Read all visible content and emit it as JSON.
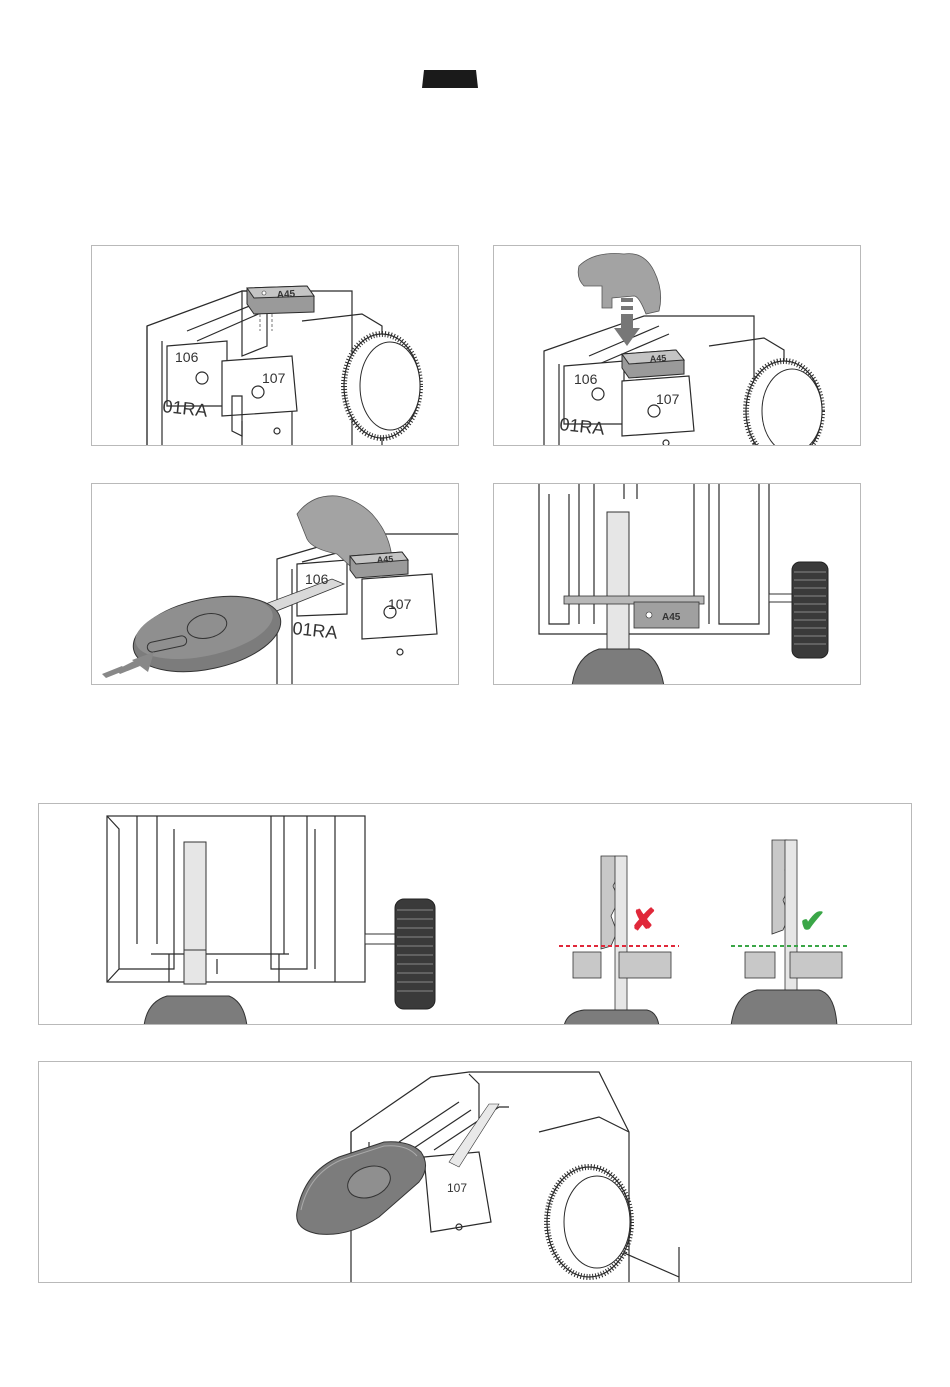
{
  "header": {
    "badge_color": "#1a1a1a"
  },
  "steps": [
    {
      "id": 1,
      "labels": {
        "left_jaw": "106",
        "right_jaw": "107",
        "clamp_code": "01RA",
        "insert": "A45"
      }
    },
    {
      "id": 2,
      "labels": {
        "left_jaw": "106",
        "right_jaw": "107",
        "clamp_code": "01RA",
        "insert": "A45"
      }
    },
    {
      "id": 3,
      "labels": {
        "left_jaw": "106",
        "right_jaw": "107",
        "clamp_code": "01RA",
        "insert": "A45"
      }
    },
    {
      "id": 4,
      "labels": {
        "insert": "A45"
      }
    },
    {
      "id": 5,
      "indicators": {
        "wrong_mark": "✘",
        "right_mark": "✔"
      }
    },
    {
      "id": 6,
      "labels": {
        "right_jaw": "107"
      }
    }
  ],
  "colors": {
    "wrong": "#e0283a",
    "right": "#3aa647",
    "line": "#2b2b2b",
    "insert": "#8c8c8c",
    "key": "#7c7c7c"
  }
}
